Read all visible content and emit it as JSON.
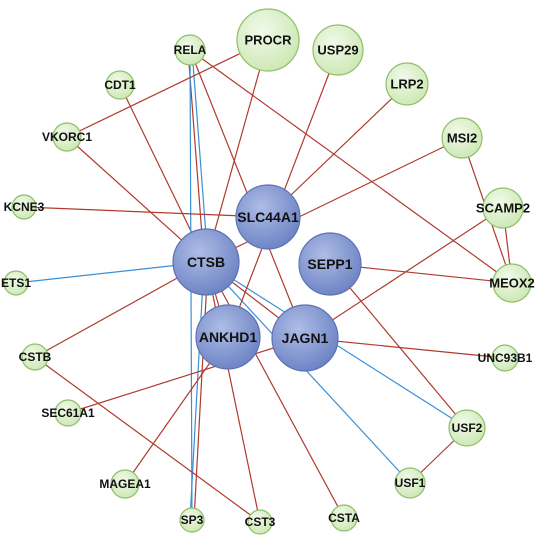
{
  "colors": {
    "red_edge": "#b03a2e",
    "blue_edge": "#3a8fd6",
    "green_fill": "#d9efc4",
    "green_stroke": "#8fbf6a",
    "blue_fill": "#7f95cf",
    "blue_stroke": "#5d72b4"
  },
  "nodes": [
    {
      "id": "RELA",
      "label": "RELA",
      "group": "green"
    },
    {
      "id": "PROCR",
      "label": "PROCR",
      "group": "green"
    },
    {
      "id": "USP29",
      "label": "USP29",
      "group": "green"
    },
    {
      "id": "LRP2",
      "label": "LRP2",
      "group": "green"
    },
    {
      "id": "CDT1",
      "label": "CDT1",
      "group": "green"
    },
    {
      "id": "VKORC1",
      "label": "VKORC1",
      "group": "green"
    },
    {
      "id": "MSI2",
      "label": "MSI2",
      "group": "green"
    },
    {
      "id": "KCNE3",
      "label": "KCNE3",
      "group": "green"
    },
    {
      "id": "SCAMP2",
      "label": "SCAMP2",
      "group": "green"
    },
    {
      "id": "ETS1",
      "label": "ETS1",
      "group": "green"
    },
    {
      "id": "MEOX2",
      "label": "MEOX2",
      "group": "green"
    },
    {
      "id": "CSTB",
      "label": "CSTB",
      "group": "green"
    },
    {
      "id": "UNC93B1",
      "label": "UNC93B1",
      "group": "green"
    },
    {
      "id": "SEC61A1",
      "label": "SEC61A1",
      "group": "green"
    },
    {
      "id": "USF2",
      "label": "USF2",
      "group": "green"
    },
    {
      "id": "MAGEA1",
      "label": "MAGEA1",
      "group": "green"
    },
    {
      "id": "USF1",
      "label": "USF1",
      "group": "green"
    },
    {
      "id": "SP3",
      "label": "SP3",
      "group": "green"
    },
    {
      "id": "CST3",
      "label": "CST3",
      "group": "green"
    },
    {
      "id": "CSTA",
      "label": "CSTA",
      "group": "green"
    },
    {
      "id": "CTSB",
      "label": "CTSB",
      "group": "hub"
    },
    {
      "id": "SLC44A1",
      "label": "SLC44A1",
      "group": "hub"
    },
    {
      "id": "SEPP1",
      "label": "SEPP1",
      "group": "hub"
    },
    {
      "id": "ANKHD1",
      "label": "ANKHD1",
      "group": "hub"
    },
    {
      "id": "JAGN1",
      "label": "JAGN1",
      "group": "hub"
    }
  ],
  "edges": [
    {
      "from": "CTSB",
      "to": "RELA",
      "kind": "red"
    },
    {
      "from": "CTSB",
      "to": "RELA",
      "kind": "blue"
    },
    {
      "from": "CTSB",
      "to": "PROCR",
      "kind": "red"
    },
    {
      "from": "CTSB",
      "to": "CDT1",
      "kind": "red"
    },
    {
      "from": "CTSB",
      "to": "VKORC1",
      "kind": "red"
    },
    {
      "from": "CTSB",
      "to": "ETS1",
      "kind": "blue"
    },
    {
      "from": "CTSB",
      "to": "CSTB",
      "kind": "red"
    },
    {
      "from": "CTSB",
      "to": "SP3",
      "kind": "red"
    },
    {
      "from": "CTSB",
      "to": "SP3",
      "kind": "blue"
    },
    {
      "from": "CTSB",
      "to": "CST3",
      "kind": "red"
    },
    {
      "from": "CTSB",
      "to": "CSTA",
      "kind": "red"
    },
    {
      "from": "CTSB",
      "to": "USF2",
      "kind": "blue"
    },
    {
      "from": "CTSB",
      "to": "USF1",
      "kind": "blue"
    },
    {
      "from": "CTSB",
      "to": "JAGN1",
      "kind": "red"
    },
    {
      "from": "CTSB",
      "to": "ANKHD1",
      "kind": "red"
    },
    {
      "from": "RELA",
      "to": "MEOX2",
      "kind": "red"
    },
    {
      "from": "RELA",
      "to": "JAGN1",
      "kind": "red"
    },
    {
      "from": "RELA",
      "to": "SP3",
      "kind": "blue"
    },
    {
      "from": "PROCR",
      "to": "VKORC1",
      "kind": "red"
    },
    {
      "from": "USP29",
      "to": "ANKHD1",
      "kind": "red"
    },
    {
      "from": "LRP2",
      "to": "SLC44A1",
      "kind": "red"
    },
    {
      "from": "MSI2",
      "to": "CTSB",
      "kind": "red"
    },
    {
      "from": "MSI2",
      "to": "MEOX2",
      "kind": "red"
    },
    {
      "from": "KCNE3",
      "to": "SLC44A1",
      "kind": "red"
    },
    {
      "from": "SCAMP2",
      "to": "MEOX2",
      "kind": "red"
    },
    {
      "from": "SCAMP2",
      "to": "JAGN1",
      "kind": "red"
    },
    {
      "from": "SEPP1",
      "to": "MEOX2",
      "kind": "red"
    },
    {
      "from": "SEPP1",
      "to": "USF2",
      "kind": "red"
    },
    {
      "from": "JAGN1",
      "to": "UNC93B1",
      "kind": "red"
    },
    {
      "from": "JAGN1",
      "to": "SEC61A1",
      "kind": "red"
    },
    {
      "from": "CSTB",
      "to": "CST3",
      "kind": "red"
    },
    {
      "from": "ANKHD1",
      "to": "MAGEA1",
      "kind": "red"
    },
    {
      "from": "USF1",
      "to": "USF2",
      "kind": "red"
    }
  ]
}
